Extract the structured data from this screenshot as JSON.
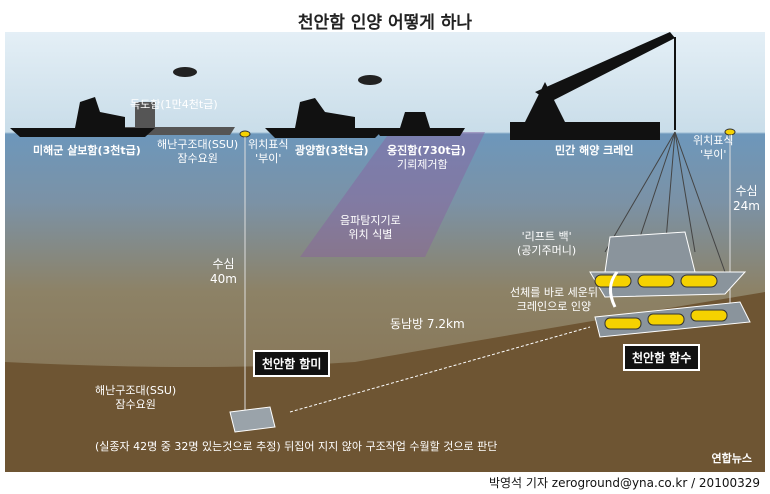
{
  "title": "천안함 인양 어떻게 하나",
  "labels": {
    "dokdo": "독도함(1만4천t급)",
    "us_ship": "미해군 살보함(3천t급)",
    "ssu_top": "해난구조대(SSU)\n잠수요원",
    "buoy_left": "위치표식\n'부이'",
    "gwangyang": "광양함(3천t급)",
    "ongjin_name": "옹진함(730t급)",
    "ongjin_desc": "기뢰제거함",
    "sonar": "음파탐지기로\n위치 식별",
    "crane": "민간 해양 크레인",
    "buoy_right": "위치표식\n'부이'",
    "depth_right": "수심\n24m",
    "depth_left": "수심\n40m",
    "lift_bag": "'리프트 백'\n(공기주머니)",
    "lift_method": "선체를 바로 세운뒤\n크레인으로 인양",
    "direction": "동남방 7.2km",
    "stern": "천안함 함미",
    "bow": "천안함 함수",
    "ssu_bottom": "해난구조대(SSU)\n잠수요원",
    "footnote": "(실종자 42명 중 32명 있는것으로 추정)  뒤집어 지지 않아 구조작업 수월할 것으로 판단",
    "logo": "연합뉴스"
  },
  "credit": "박영석 기자 zeroground@yna.co.kr / 20100329",
  "colors": {
    "lift_bag": "#f5d200",
    "seabed": "#6e5533",
    "water": "#6d97bb"
  }
}
